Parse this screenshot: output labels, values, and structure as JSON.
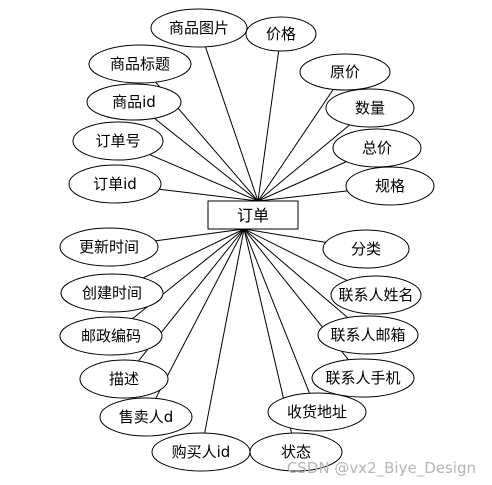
{
  "entity": {
    "label": "订单"
  },
  "attributes": [
    "商品图片",
    "价格",
    "商品标题",
    "原价",
    "商品id",
    "数量",
    "订单号",
    "总价",
    "订单id",
    "规格",
    "更新时间",
    "分类",
    "创建时间",
    "联系人姓名",
    "邮政编码",
    "联系人邮箱",
    "描述",
    "联系人手机",
    "售卖人d",
    "收货地址",
    "购买人id",
    "状态"
  ],
  "watermark": "CSDN @vx2_Biye_Design"
}
